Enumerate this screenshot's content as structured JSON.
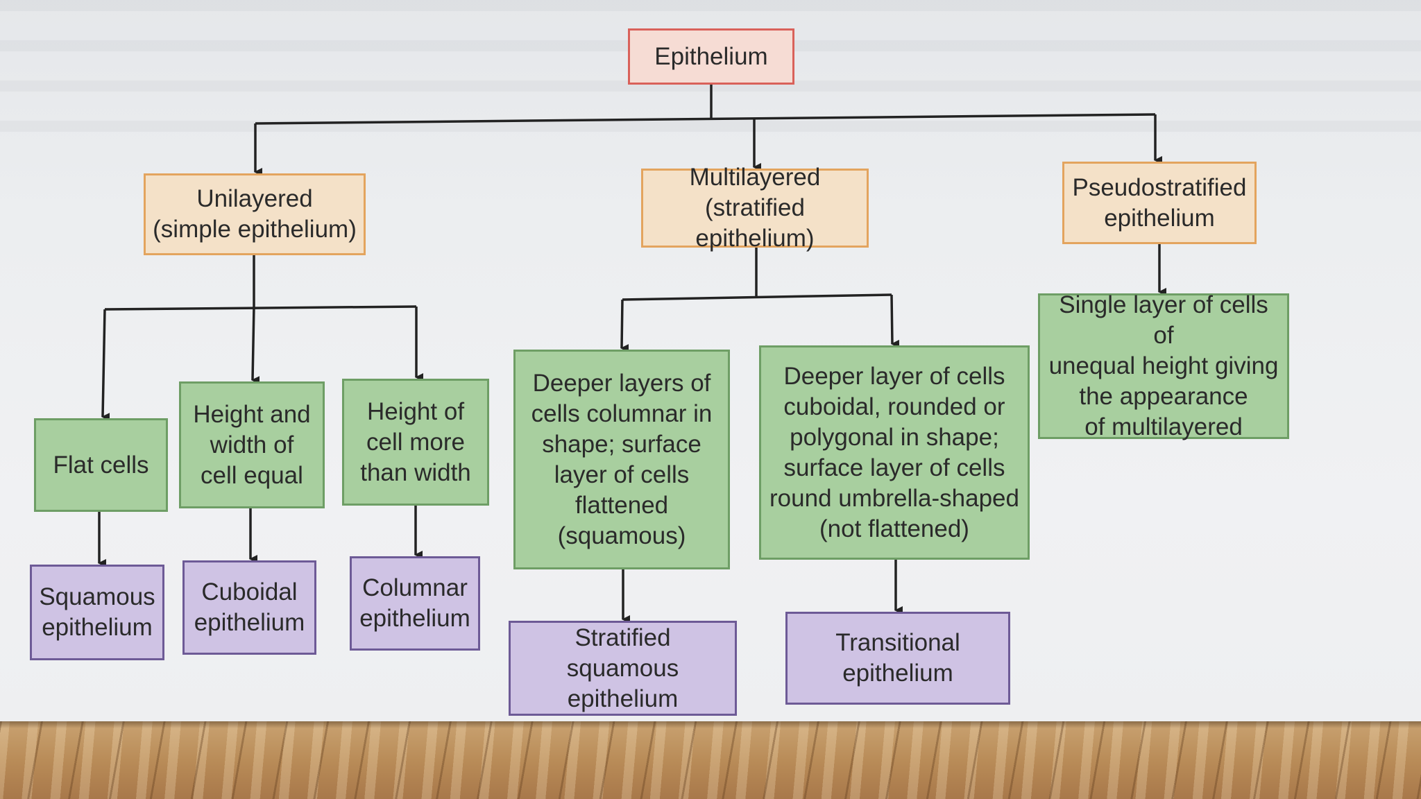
{
  "nodes": {
    "epithelium": "Epithelium",
    "unilayered": "Unilayered\n(simple epithelium)",
    "multilayered": "Multilayered\n(stratified epithelium)",
    "pseudostratified": "Pseudostratified\nepithelium",
    "flat_cells": "Flat cells",
    "height_width_equal": "Height and\nwidth of\ncell equal",
    "height_more": "Height of\ncell more\nthan width",
    "deeper_columnar": "Deeper layers of\ncells columnar in\nshape; surface\nlayer of cells\nflattened\n(squamous)",
    "deeper_cuboidal": "Deeper layer of cells\ncuboidal, rounded or\npolygonal in shape;\nsurface layer of cells\nround umbrella-shaped\n(not flattened)",
    "single_layer": "Single layer of cells of\nunequal height giving\nthe appearance\nof multilayered",
    "squamous": "Squamous\nepithelium",
    "cuboidal": "Cuboidal\nepithelium",
    "columnar": "Columnar\nepithelium",
    "stratified_squamous": "Stratified squamous\nepithelium",
    "transitional": "Transitional\nepithelium"
  },
  "colors": {
    "root_fill": "#f6dcd4",
    "category_fill": "#f4e1c8",
    "description_fill": "#a8cf9f",
    "type_fill": "#cfc3e4",
    "connector": "#222222"
  }
}
